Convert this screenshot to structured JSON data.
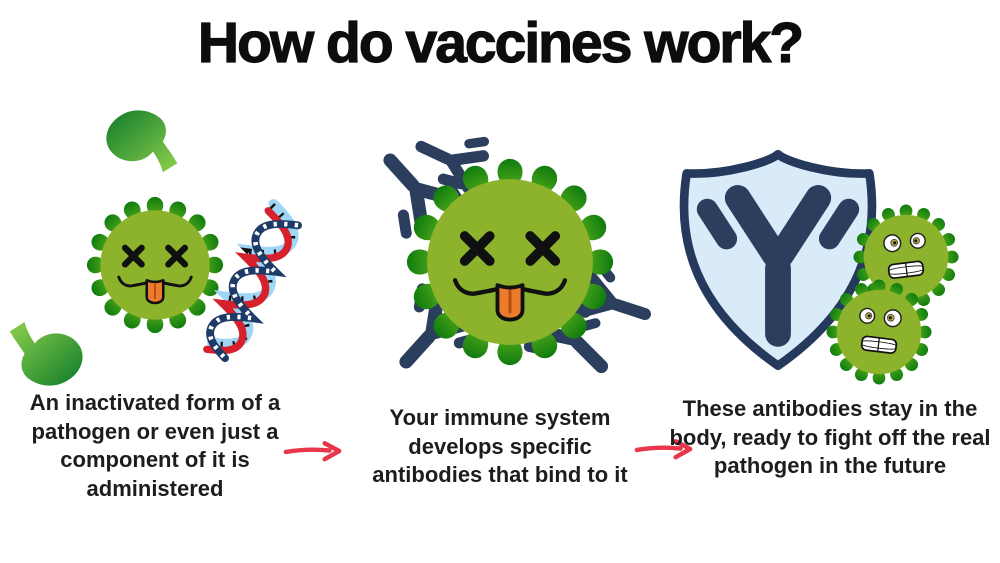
{
  "title": "How do vaccines work?",
  "steps": [
    {
      "id": "administered",
      "text": "An inactivated form of a pathogen or even just a component of it is administered",
      "icons": [
        "protein-fragment-icon",
        "inactivated-virus-icon",
        "dna-helix-icon",
        "protein-fragment-icon"
      ]
    },
    {
      "id": "antibodies-develop",
      "text": "Your immune system develops specific antibodies that bind to it",
      "icons": [
        "antibody-icon",
        "inactivated-virus-icon"
      ]
    },
    {
      "id": "protection",
      "text": "These antibodies stay in the body, ready to fight off the real pathogen in the future",
      "icons": [
        "shield-icon",
        "antibody-icon",
        "scared-virus-icon",
        "scared-virus-icon"
      ]
    }
  ],
  "connectors": [
    "arrow-right",
    "arrow-right"
  ],
  "colors": {
    "text": "#1d1d1d",
    "virus_body": "#8db32c",
    "virus_spike_dark": "#117c0e",
    "antibody_navy": "#2b3e5e",
    "shield_fill": "#d9eaf8",
    "shield_border": "#24395c",
    "arrow_red": "#e8374a",
    "tongue_orange": "#ec7c2b",
    "dna_red": "#d6202c",
    "dna_light_blue": "#9fd6f5",
    "dna_navy": "#1e3a66",
    "blob_dark_green": "#0e7b2a",
    "blob_light_green": "#8ed04c"
  }
}
